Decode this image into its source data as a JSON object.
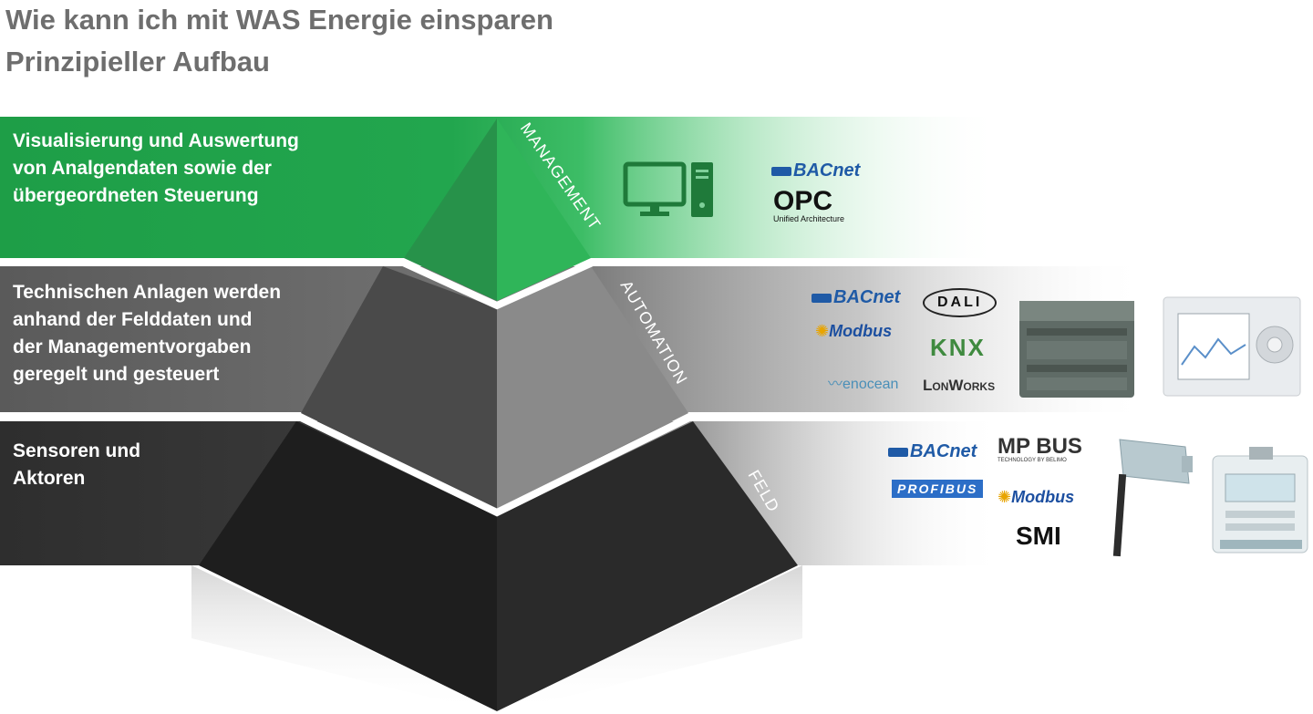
{
  "title": {
    "line1": "Wie kann ich mit WAS Energie einsparen",
    "line2": "Prinzipieller Aufbau"
  },
  "layers": {
    "management": {
      "label": "MANAGEMENT",
      "description": [
        "Visualisierung und Auswertung",
        "von Analgendaten sowie der",
        "übergeordneten Steuerung"
      ],
      "color": "#1fa64b"
    },
    "automation": {
      "label": "AUTOMATION",
      "description": [
        "Technischen Anlagen werden",
        "anhand der Felddaten und",
        "der Managementvorgaben",
        "geregelt und gesteuert"
      ],
      "color": "#6f6f6f"
    },
    "feld": {
      "label": "FELD",
      "description": [
        "Sensoren und",
        "Aktoren"
      ],
      "color": "#3a3a3a"
    }
  },
  "protocols": {
    "management": {
      "bacnet": "BACnet",
      "opc": "OPC",
      "opc_sub": "Unified Architecture"
    },
    "automation": {
      "bacnet": "BACnet",
      "dali": "DALI",
      "modbus": "Modbus",
      "knx": "KNX",
      "enocean": "enocean",
      "lonworks": "LonWorks"
    },
    "feld": {
      "bacnet": "BACnet",
      "mpbus": "MP BUS",
      "mpbus_sub": "TECHNOLOGY BY BELIMO",
      "profibus": "PROFIBUS",
      "modbus": "Modbus",
      "smi": "SMI"
    }
  },
  "devices": {
    "management": "desktop-computer-icon",
    "automation": [
      "plc-controller-image",
      "room-controller-display-image"
    ],
    "feld": [
      "duct-sensor-image",
      "energy-meter-image"
    ]
  }
}
